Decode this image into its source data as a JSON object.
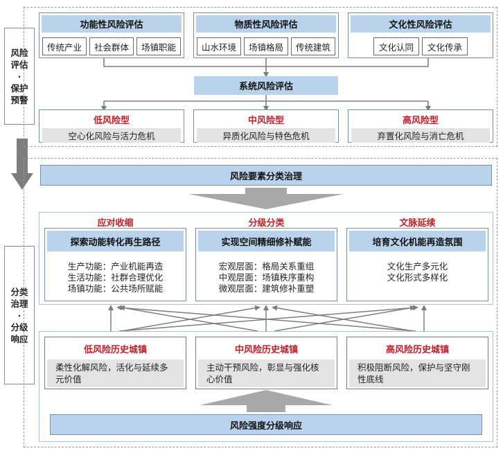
{
  "side": {
    "top": "风险\n评估\n·\n保护\n预警",
    "bottom": "分类\n治理\n·\n分级\n响应"
  },
  "assessment": {
    "categories": [
      {
        "title": "功能性风险评估",
        "items": [
          "传统产业",
          "社会群体",
          "场镇职能"
        ]
      },
      {
        "title": "物质性风险评估",
        "items": [
          "山水环境",
          "场镇格局",
          "传统建筑"
        ]
      },
      {
        "title": "文化性风险评估",
        "items": [
          "文化认同",
          "文化传承"
        ]
      }
    ],
    "system": "系统风险评估",
    "risk_types": [
      {
        "title": "低风险型",
        "desc": "空心化风险与活力危机"
      },
      {
        "title": "中风险型",
        "desc": "异质化风险与特色危机"
      },
      {
        "title": "高风险型",
        "desc": "弃置化风险与消亡危机"
      }
    ]
  },
  "governance": {
    "title": "风险要素分类治理",
    "strategies": [
      {
        "label": "应对收缩",
        "title": "探索动能转化再生路径",
        "lines": [
          "生产功能：产业机能再造",
          "生活功能：社群合理优化",
          "场镇功能：公共场所赋能"
        ]
      },
      {
        "label": "分级分类",
        "title": "实现空间精细修补赋能",
        "lines": [
          "宏观层面：格局关系重组",
          "中观层面：场镇秩序重构",
          "微观层面：建筑修补重塑"
        ]
      },
      {
        "label": "文脉延续",
        "title": "培育文化机能再造氛围",
        "lines": [
          "文化生产多元化",
          "文化形式多样化"
        ]
      }
    ],
    "towns": [
      {
        "title": "低风险历史城镇",
        "desc": "柔性化解风险，活化与延续多元价值"
      },
      {
        "title": "中风险历史城镇",
        "desc": "主动干预风险，彰显与强化核心价值"
      },
      {
        "title": "高风险历史城镇",
        "desc": "积极阻断风险，保护与坚守刚性底线"
      }
    ],
    "response": "风险强度分级响应"
  },
  "colors": {
    "accent_blue": "#b9d3ec",
    "risk_red": "#c0202a",
    "arrow_grey": "#7d7d7d"
  }
}
